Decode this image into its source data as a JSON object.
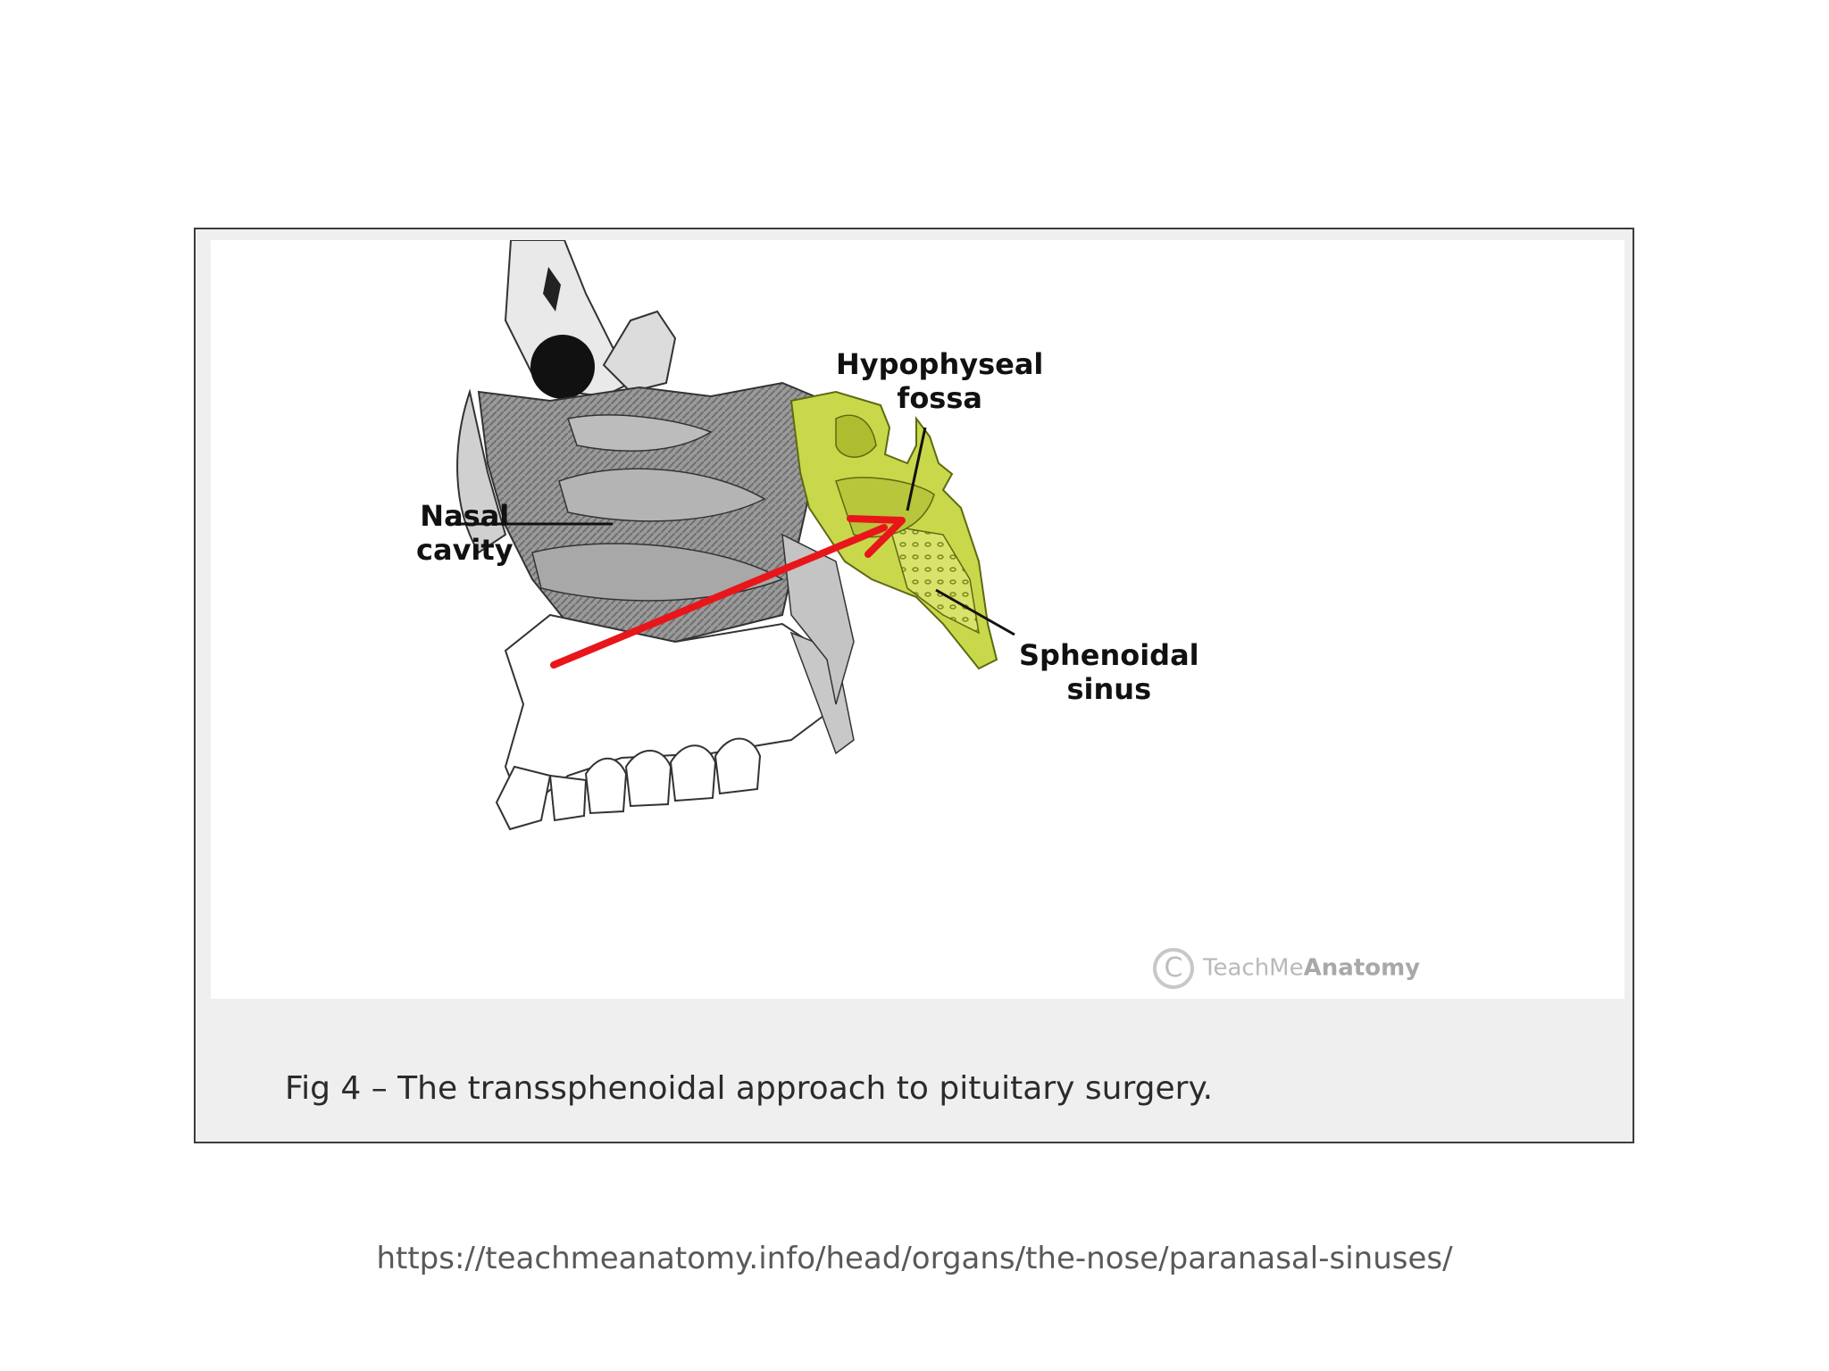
{
  "figure": {
    "labels": {
      "nasal_cavity": [
        "Nasal",
        "cavity"
      ],
      "hypophyseal_fossa": [
        "Hypophyseal",
        "fossa"
      ],
      "sphenoidal_sinus": [
        "Sphenoidal",
        "sinus"
      ]
    },
    "watermark": {
      "symbol": "C",
      "brand_light": "TeachMe",
      "brand_bold": "Anatomy"
    },
    "colors": {
      "arrow": "#e8161b",
      "sphenoid_highlight": "#c9d84a",
      "bone_shading": "#8a8a8a"
    },
    "caption": "Fig 4 – The transsphenoidal approach to pituitary surgery."
  },
  "source_url": "https://teachmeanatomy.info/head/organs/the-nose/paranasal-sinuses/"
}
